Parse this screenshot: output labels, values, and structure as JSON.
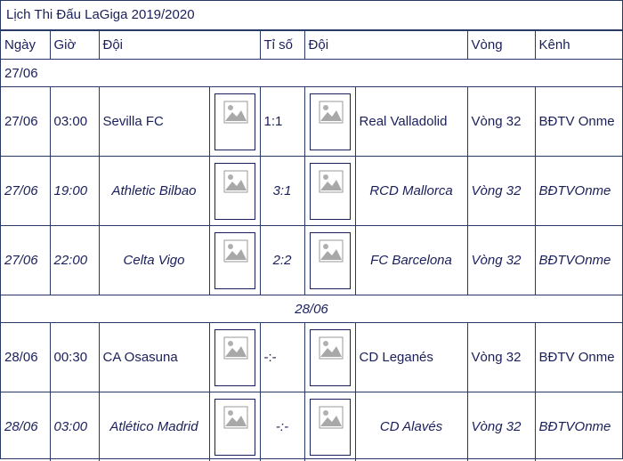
{
  "title": "Lịch Thi Đấu LaGiga 2019/2020",
  "headers": {
    "date": "Ngày",
    "time": "Giờ",
    "team1": "Đội",
    "score": "Tỉ số",
    "team2": "Đội",
    "round": "Vòng",
    "channel": "Kênh"
  },
  "groups": [
    {
      "date": "27/06",
      "matches": [
        {
          "date": "27/06",
          "time": "03:00",
          "home": "Sevilla FC",
          "score": "1:1",
          "away": "Real Valladolid",
          "round": "Vòng 32",
          "channel": "BĐTV Onme",
          "home_logo": "image-placeholder-icon",
          "away_logo": "image-placeholder-icon"
        },
        {
          "date": "27/06",
          "time": "19:00",
          "home": "Athletic Bilbao",
          "score": "3:1",
          "away": "RCD Mallorca",
          "round": "Vòng 32",
          "channel": "BĐTVOnme",
          "home_logo": "image-placeholder-icon",
          "away_logo": "image-placeholder-icon"
        },
        {
          "date": "27/06",
          "time": "22:00",
          "home": "Celta Vigo",
          "score": "2:2",
          "away": "FC Barcelona",
          "round": "Vòng 32",
          "channel": "BĐTVOnme",
          "home_logo": "image-placeholder-icon",
          "away_logo": "image-placeholder-icon"
        }
      ]
    },
    {
      "date": "28/06",
      "matches": [
        {
          "date": "28/06",
          "time": "00:30",
          "home": "CA Osasuna",
          "score": "-:-",
          "away": "CD Leganés",
          "round": "Vòng 32",
          "channel": "BĐTV Onme",
          "home_logo": "image-placeholder-icon",
          "away_logo": "image-placeholder-icon"
        },
        {
          "date": "28/06",
          "time": "03:00",
          "home": "Atlético Madrid",
          "score": "-:-",
          "away": "CD Alavés",
          "round": "Vòng 32",
          "channel": "BĐTVOnme",
          "home_logo": "image-placeholder-icon",
          "away_logo": "image-placeholder-icon"
        }
      ]
    }
  ],
  "colors": {
    "text": "#1a1f5a",
    "border": "#2a3a66",
    "background": "#ffffff"
  }
}
